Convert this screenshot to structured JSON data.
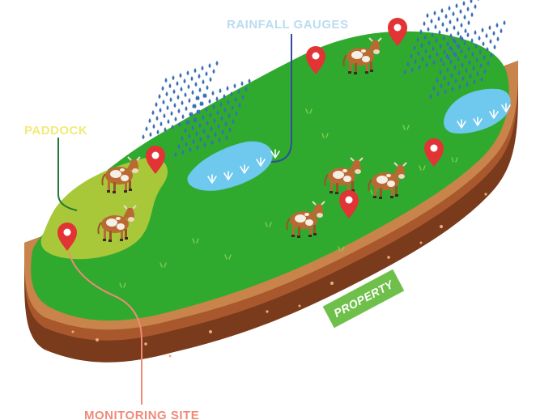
{
  "labels": {
    "rainfall_gauges": "RAINFALL GAUGES",
    "paddock": "PADDOCK",
    "monitoring_site": "MONITORING SITE",
    "property": "PROPERTY"
  },
  "colors": {
    "grass": "#2faa2f",
    "paddock": "#a8c83a",
    "water": "#6fc8ee",
    "soil_light": "#c8844a",
    "soil_dark": "#7a3a1c",
    "pin": "#e23434",
    "cow_body": "#b96a33",
    "cow_patch": "#f5f0e6",
    "rain": "#3a6fb5",
    "rainfall_label": "#b9dcef",
    "paddock_label": "#f2ea7a",
    "monitoring_label": "#f08a77",
    "property_badge": "#6fc04a"
  },
  "icons": [
    "map-pin-icon",
    "cow-icon",
    "rain-icon",
    "water-pond-icon"
  ]
}
